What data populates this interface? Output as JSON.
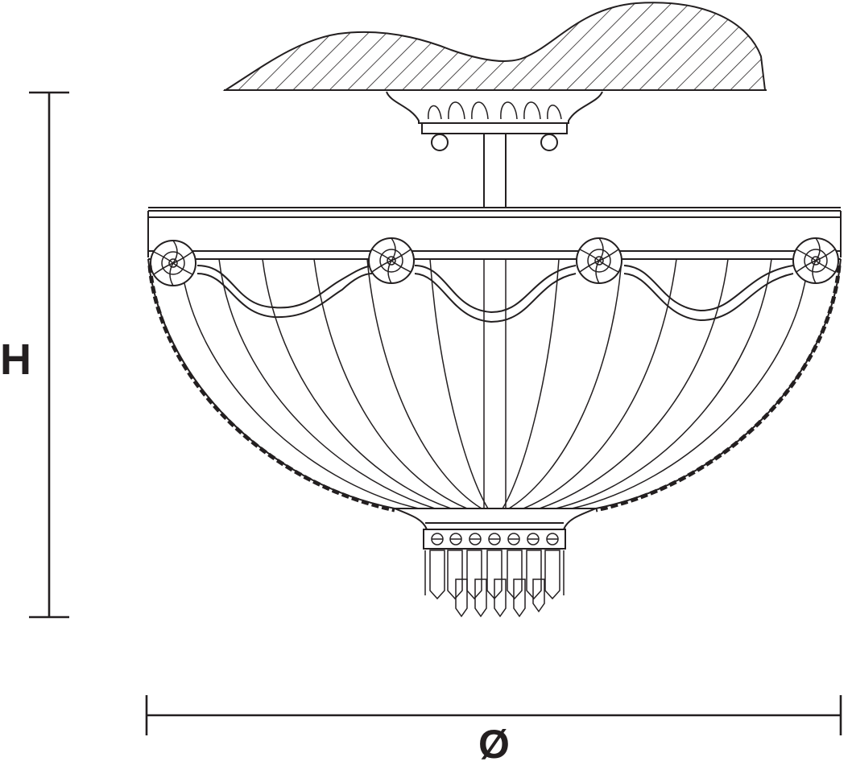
{
  "drawing": {
    "subject": "semi-flush ceiling light with bowl shade, swags, rosettes and crystal pendant drops",
    "line_color": "#231f20",
    "background": "#ffffff"
  },
  "dimensions": {
    "height_label": "H",
    "diameter_label": "Ø"
  }
}
